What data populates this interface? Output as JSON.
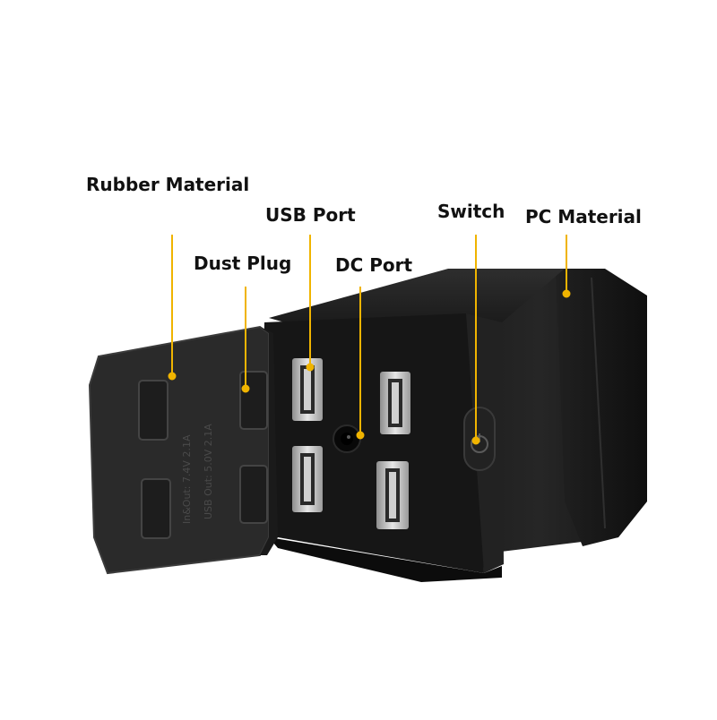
{
  "image": {
    "subject": "black-power-bank-with-usb-and-dc-ports",
    "background_color": "#ffffff",
    "leader_color": "#f0b400",
    "body_color": "#151515",
    "port_color": "#bdbdbd"
  },
  "callouts": {
    "rubber_material": "Rubber Material",
    "usb_port": "USB Port",
    "dust_plug": "Dust Plug",
    "dc_port": "DC Port",
    "switch": "Switch",
    "pc_material": "PC Material"
  },
  "flap": {
    "line1": "In&Out: 7.4V 2.1A",
    "line2": "USB Out: 5.0V 2.1A"
  }
}
